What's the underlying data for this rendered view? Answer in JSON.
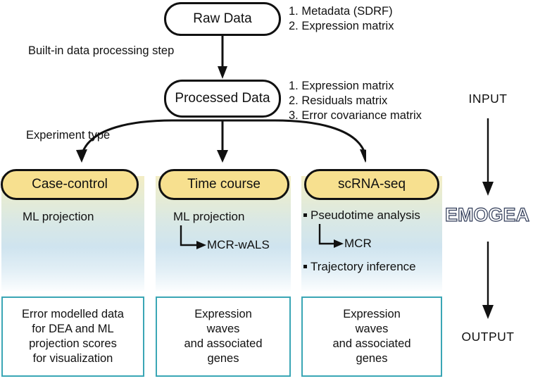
{
  "diagram": {
    "title_nodes": {
      "raw_data": "Raw Data",
      "processed_data": "Processed Data"
    },
    "annotations": {
      "raw_data_items": [
        "1. Metadata (SDRF)",
        "2. Expression matrix"
      ],
      "processed_data_items": [
        "1. Expression matrix",
        "2. Residuals matrix",
        "3. Error covariance matrix"
      ]
    },
    "edge_labels": {
      "processing_step": "Built-in data processing step",
      "experiment_type": "Experiment type"
    },
    "branches": [
      {
        "pill_label": "Case-control",
        "steps": [
          {
            "text": "ML projection",
            "bullet": false,
            "arrow_to": null
          }
        ],
        "output": "Error modelled data\nfor DEA and ML\nprojection scores\nfor visualization",
        "output_lines": [
          "Error modelled data",
          "for DEA and ML",
          "projection scores",
          "for visualization"
        ]
      },
      {
        "pill_label": "Time course",
        "steps": [
          {
            "text": "ML projection",
            "bullet": false,
            "arrow_to": "MCR-wALS"
          },
          {
            "text": "MCR-wALS",
            "bullet": false,
            "arrow_to": null
          }
        ],
        "output_lines": [
          "Expression",
          "waves",
          "and associated",
          "genes"
        ]
      },
      {
        "pill_label": "scRNA-seq",
        "steps": [
          {
            "text": "Pseudotime analysis",
            "bullet": true,
            "arrow_to": "MCR"
          },
          {
            "text": "MCR",
            "bullet": false,
            "arrow_to": null
          },
          {
            "text": "Trajectory inference",
            "bullet": true,
            "arrow_to": null
          }
        ],
        "output_lines": [
          "Expression",
          "waves",
          "and associated",
          "genes"
        ]
      }
    ],
    "rail": {
      "input_label": "INPUT",
      "brand_label": "EMOGEA",
      "output_label": "OUTPUT"
    },
    "colors": {
      "pill_fill": "#f7e08f",
      "outline": "#111111",
      "output_border": "#3aa6b5",
      "gradient_top": "#f3edc4",
      "gradient_bottom": "#fbfdfe",
      "brand_stroke": "#2f3a57"
    }
  }
}
